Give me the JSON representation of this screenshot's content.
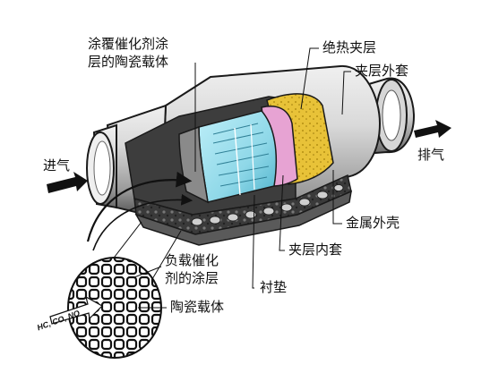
{
  "labels": {
    "coated_carrier_line1": "涂覆催化剂涂",
    "coated_carrier_line2": "层的陶瓷载体",
    "insulation_layer": "绝热夹层",
    "outer_jacket": "夹层外套",
    "intake": "进气",
    "exhaust": "排气",
    "metal_shell": "金属外壳",
    "inner_jacket": "夹层内套",
    "loaded_coating_line1": "负载催化",
    "loaded_coating_line2": "剂的涂层",
    "liner_mat": "衬垫",
    "ceramic_carrier": "陶瓷载体",
    "pollutants": "HC, CO, NO"
  },
  "colors": {
    "shell_light": "#d4d4d4",
    "shell_dark": "#5a5a5a",
    "outline": "#1a1a1a",
    "catalyst_blue": "#8fd8e8",
    "catalyst_blue_dark": "#4fb3cc",
    "jacket_pink": "#e7a3d3",
    "insulation_yellow": "#e8c238",
    "mat_dark": "#2c2c2c"
  }
}
